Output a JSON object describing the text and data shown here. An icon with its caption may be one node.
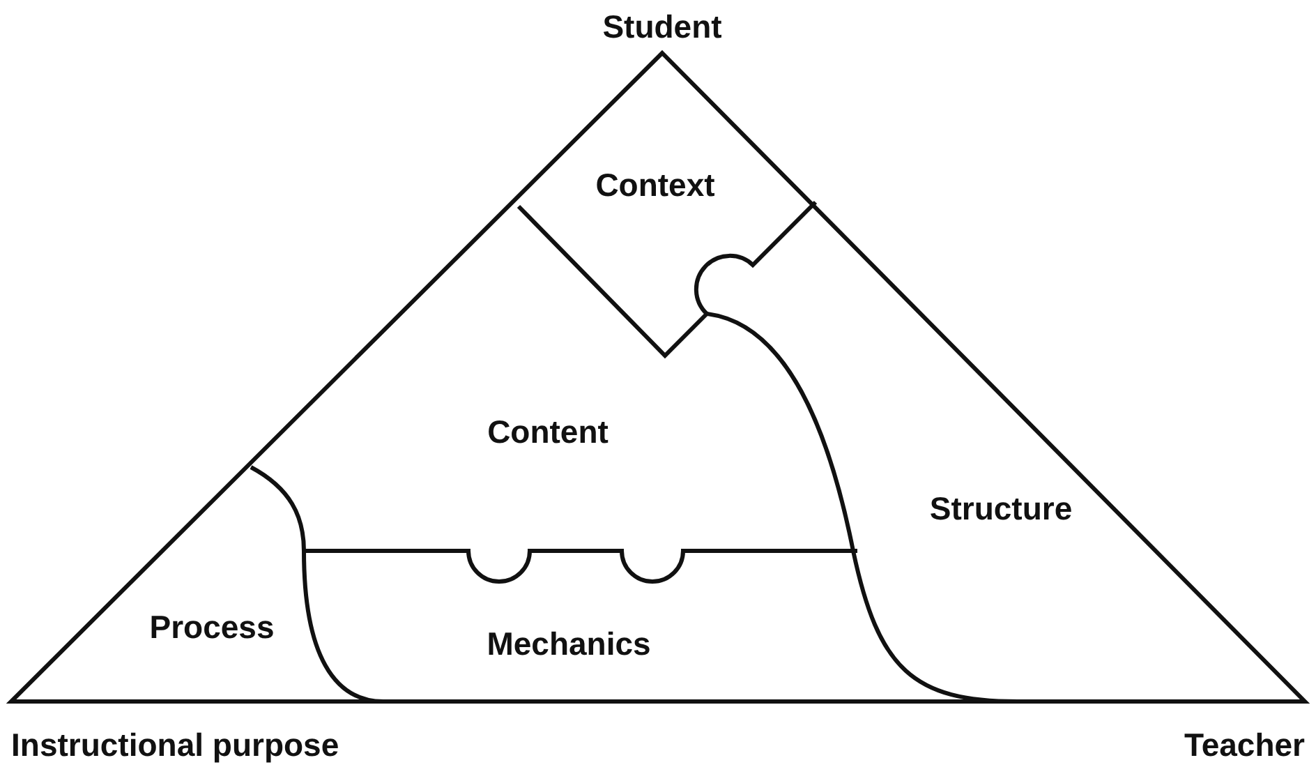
{
  "diagram": {
    "nodes": [
      {
        "text": [
          "Context"
        ]
      },
      {
        "text": [
          "Content"
        ]
      },
      {
        "text": [
          "Structure"
        ]
      },
      {
        "text": [
          "Process"
        ]
      },
      {
        "text": [
          "Mechanics"
        ]
      }
    ],
    "labels": [
      "Student",
      "Instructional purpose",
      "Teacher"
    ]
  }
}
